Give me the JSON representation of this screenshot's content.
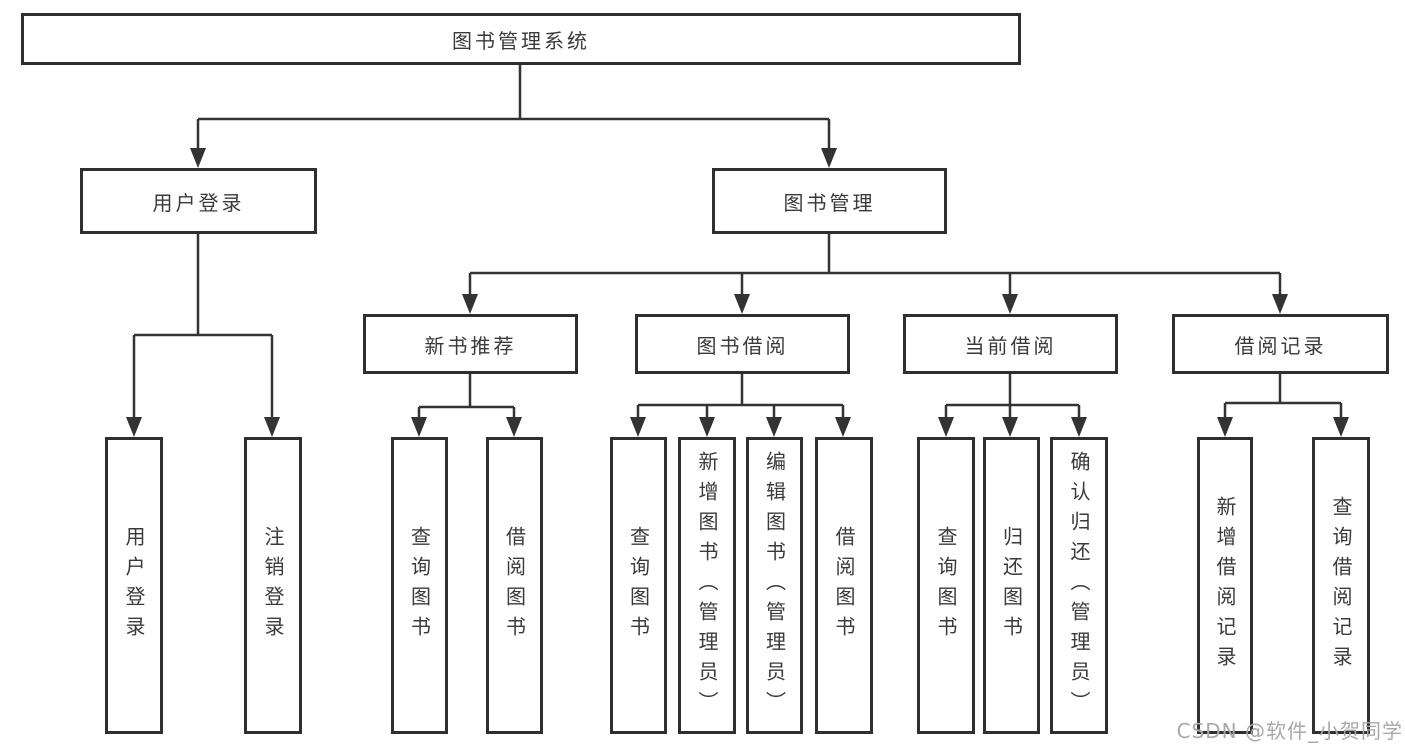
{
  "diagram": {
    "root": {
      "label": "图书管理系统"
    },
    "groups": [
      {
        "label": "用户登录",
        "children": [
          "用户登录",
          "注销登录"
        ]
      },
      {
        "label": "图书管理",
        "children": [
          {
            "label": "新书推荐",
            "children": [
              "查询图书",
              "借阅图书"
            ]
          },
          {
            "label": "图书借阅",
            "children": [
              "查询图书",
              "新增图书（管理员）",
              "编辑图书（管理员）",
              "借阅图书"
            ]
          },
          {
            "label": "当前借阅",
            "children": [
              "查询图书",
              "归还图书",
              "确认归还（管理员）"
            ]
          },
          {
            "label": "借阅记录",
            "children": [
              "新增借阅记录",
              "查询借阅记录"
            ]
          }
        ]
      }
    ]
  },
  "watermark": {
    "text": "CSDN @软件_小贺同学"
  },
  "colors": {
    "line": "#333333",
    "border": "#2f2f2f",
    "text": "#3a3a3a",
    "watermark": "#a8a8a8",
    "background": "#ffffff"
  }
}
